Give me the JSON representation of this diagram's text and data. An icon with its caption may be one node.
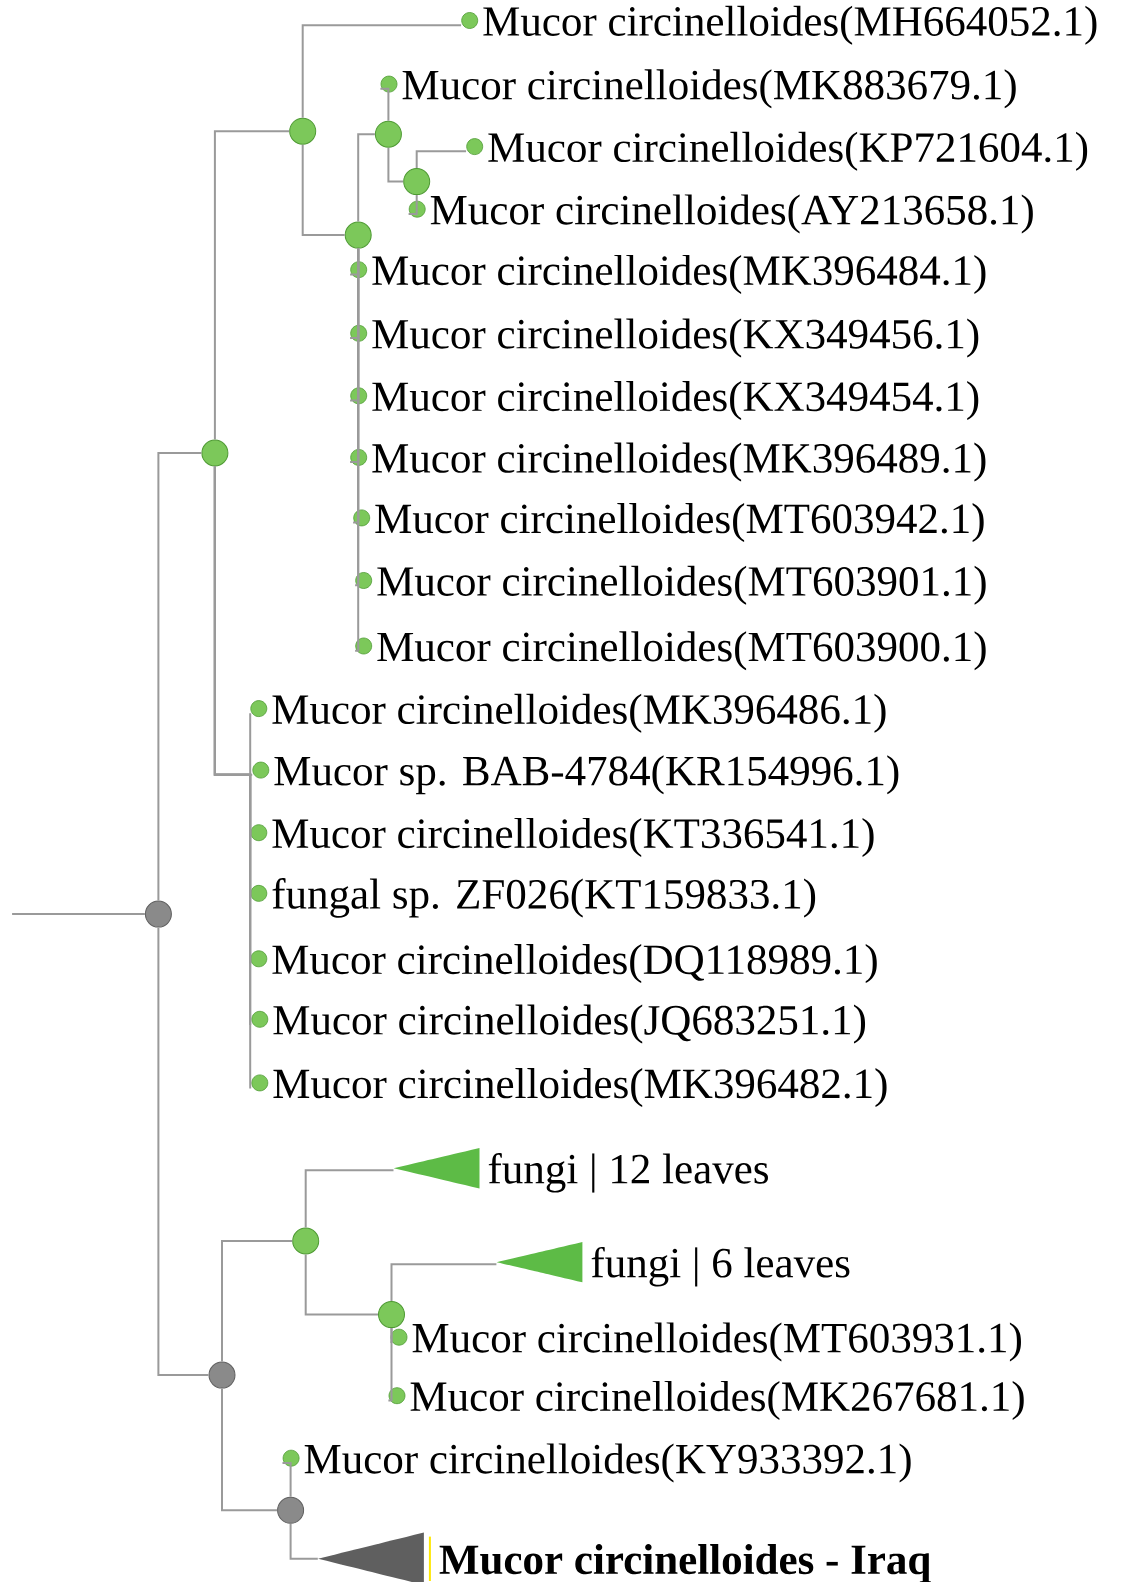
{
  "diagram": {
    "nodes": [
      {
        "text": [],
        "shape": "circle"
      },
      {
        "text": [],
        "shape": "circle"
      },
      {
        "text": [],
        "shape": "circle"
      },
      {
        "text": [
          "Mucor circinelloides(MH664052.1)"
        ]
      },
      {
        "text": [],
        "shape": "circle"
      },
      {
        "text": [],
        "shape": "circle"
      },
      {
        "text": [
          "Mucor circinelloides(MK883679.1)"
        ]
      },
      {
        "text": [],
        "shape": "circle"
      },
      {
        "text": [
          "Mucor circinelloides(KP721604.1)"
        ]
      },
      {
        "text": [
          "Mucor circinelloides(AY213658.1)"
        ]
      },
      {
        "text": [
          "Mucor circinelloides(MK396484.1)"
        ]
      },
      {
        "text": [
          "Mucor circinelloides(KX349456.1)"
        ]
      },
      {
        "text": [
          "Mucor circinelloides(KX349454.1)"
        ]
      },
      {
        "text": [
          "Mucor circinelloides(MK396489.1)"
        ]
      },
      {
        "text": [
          "Mucor circinelloides(MT603942.1)"
        ]
      },
      {
        "text": [
          "Mucor circinelloides(MT603901.1)"
        ]
      },
      {
        "text": [
          "Mucor circinelloides(MT603900.1)"
        ]
      },
      {
        "text": [
          "Mucor circinelloides(MK396486.1)"
        ]
      },
      {
        "text": [
          "Mucor sp. BAB-4784(KR154996.1)"
        ]
      },
      {
        "text": [
          "Mucor circinelloides(KT336541.1)"
        ]
      },
      {
        "text": [
          "fungal sp. ZF026(KT159833.1)"
        ]
      },
      {
        "text": [
          "Mucor circinelloides(DQ118989.1)"
        ]
      },
      {
        "text": [
          "Mucor circinelloides(JQ683251.1)"
        ]
      },
      {
        "text": [
          "Mucor circinelloides(MK396482.1)"
        ]
      },
      {
        "text": [],
        "shape": "circle"
      },
      {
        "text": [],
        "shape": "circle"
      },
      {
        "text": [
          "fungi | 12 leaves"
        ]
      },
      {
        "text": [],
        "shape": "circle"
      },
      {
        "text": [
          "fungi | 6 leaves"
        ]
      },
      {
        "text": [
          "Mucor circinelloides(MT603931.1)"
        ]
      },
      {
        "text": [
          "Mucor circinelloides(MK267681.1)"
        ]
      },
      {
        "text": [],
        "shape": "circle"
      },
      {
        "text": [
          "Mucor circinelloides(KY933392.1)"
        ]
      },
      {
        "text": [
          "Mucor circinelloides - Iraq"
        ]
      }
    ],
    "edges": [
      {
        "from": null,
        "to": 0,
        "arrow": "none"
      },
      {
        "from": 0,
        "to": 1,
        "arrow": "none"
      },
      {
        "from": 0,
        "to": 24,
        "arrow": "none"
      },
      {
        "from": 1,
        "to": 2,
        "arrow": "none"
      },
      {
        "from": 1,
        "to": 17,
        "arrow": "none"
      },
      {
        "from": 1,
        "to": 18,
        "arrow": "none"
      },
      {
        "from": 1,
        "to": 19,
        "arrow": "none"
      },
      {
        "from": 1,
        "to": 20,
        "arrow": "none"
      },
      {
        "from": 1,
        "to": 21,
        "arrow": "none"
      },
      {
        "from": 1,
        "to": 22,
        "arrow": "none"
      },
      {
        "from": 1,
        "to": 23,
        "arrow": "none"
      },
      {
        "from": 2,
        "to": 3,
        "arrow": "none"
      },
      {
        "from": 2,
        "to": 4,
        "arrow": "none"
      },
      {
        "from": 4,
        "to": 5,
        "arrow": "none"
      },
      {
        "from": 4,
        "to": 10,
        "arrow": "none"
      },
      {
        "from": 4,
        "to": 11,
        "arrow": "none"
      },
      {
        "from": 4,
        "to": 12,
        "arrow": "none"
      },
      {
        "from": 4,
        "to": 13,
        "arrow": "none"
      },
      {
        "from": 4,
        "to": 14,
        "arrow": "none"
      },
      {
        "from": 4,
        "to": 15,
        "arrow": "none"
      },
      {
        "from": 4,
        "to": 16,
        "arrow": "none"
      },
      {
        "from": 5,
        "to": 6,
        "arrow": "none"
      },
      {
        "from": 5,
        "to": 7,
        "arrow": "none"
      },
      {
        "from": 7,
        "to": 8,
        "arrow": "none"
      },
      {
        "from": 7,
        "to": 9,
        "arrow": "none"
      },
      {
        "from": 24,
        "to": 25,
        "arrow": "none"
      },
      {
        "from": 24,
        "to": 31,
        "arrow": "none"
      },
      {
        "from": 25,
        "to": 26,
        "arrow": "none"
      },
      {
        "from": 25,
        "to": 27,
        "arrow": "none"
      },
      {
        "from": 27,
        "to": 28,
        "arrow": "none"
      },
      {
        "from": 27,
        "to": 29,
        "arrow": "none"
      },
      {
        "from": 27,
        "to": 30,
        "arrow": "none"
      },
      {
        "from": 31,
        "to": 32,
        "arrow": "none"
      },
      {
        "from": 31,
        "to": 33,
        "arrow": "none"
      }
    ]
  }
}
